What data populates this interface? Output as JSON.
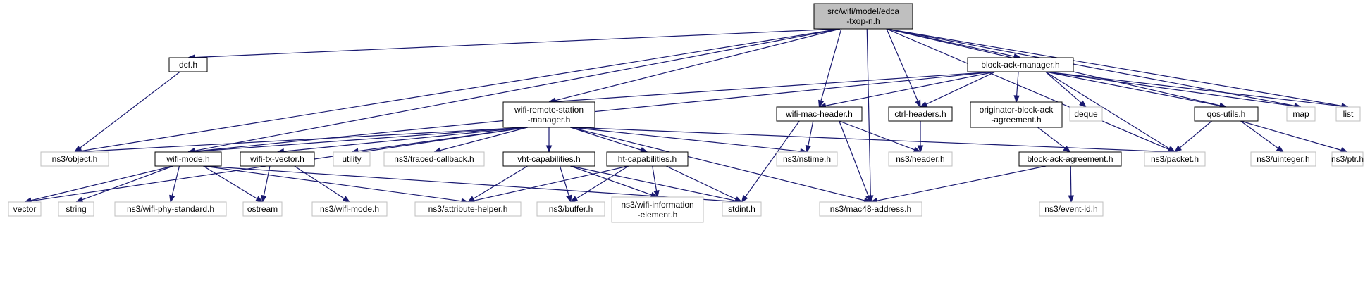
{
  "nodes": {
    "edca": {
      "label": "src/wifi/model/edca\n-txop-n.h",
      "kind": "main"
    },
    "dcf": {
      "label": "dcf.h",
      "kind": "internal"
    },
    "bam": {
      "label": "block-ack-manager.h",
      "kind": "internal"
    },
    "wrsm": {
      "label": "wifi-remote-station\n-manager.h",
      "kind": "internal"
    },
    "wmh": {
      "label": "wifi-mac-header.h",
      "kind": "internal"
    },
    "ctrl": {
      "label": "ctrl-headers.h",
      "kind": "internal"
    },
    "oba": {
      "label": "originator-block-ack\n-agreement.h",
      "kind": "internal"
    },
    "deque": {
      "label": "deque",
      "kind": "external"
    },
    "qos": {
      "label": "qos-utils.h",
      "kind": "internal"
    },
    "map": {
      "label": "map",
      "kind": "external"
    },
    "list": {
      "label": "list",
      "kind": "external"
    },
    "object": {
      "label": "ns3/object.h",
      "kind": "external"
    },
    "wmode": {
      "label": "wifi-mode.h",
      "kind": "internal"
    },
    "wtx": {
      "label": "wifi-tx-vector.h",
      "kind": "internal"
    },
    "utility": {
      "label": "utility",
      "kind": "external"
    },
    "traced": {
      "label": "ns3/traced-callback.h",
      "kind": "external"
    },
    "vht": {
      "label": "vht-capabilities.h",
      "kind": "internal"
    },
    "ht": {
      "label": "ht-capabilities.h",
      "kind": "internal"
    },
    "nstime": {
      "label": "ns3/nstime.h",
      "kind": "external"
    },
    "header": {
      "label": "ns3/header.h",
      "kind": "external"
    },
    "baa": {
      "label": "block-ack-agreement.h",
      "kind": "internal"
    },
    "packet": {
      "label": "ns3/packet.h",
      "kind": "external"
    },
    "uinteger": {
      "label": "ns3/uinteger.h",
      "kind": "external"
    },
    "ptr": {
      "label": "ns3/ptr.h",
      "kind": "external"
    },
    "vector": {
      "label": "vector",
      "kind": "external"
    },
    "string": {
      "label": "string",
      "kind": "external"
    },
    "phystd": {
      "label": "ns3/wifi-phy-standard.h",
      "kind": "external"
    },
    "ostream": {
      "label": "ostream",
      "kind": "external"
    },
    "nswmode": {
      "label": "ns3/wifi-mode.h",
      "kind": "external"
    },
    "attr": {
      "label": "ns3/attribute-helper.h",
      "kind": "external"
    },
    "buffer": {
      "label": "ns3/buffer.h",
      "kind": "external"
    },
    "wie": {
      "label": "ns3/wifi-information\n-element.h",
      "kind": "external"
    },
    "stdint": {
      "label": "stdint.h",
      "kind": "external"
    },
    "mac48": {
      "label": "ns3/mac48-address.h",
      "kind": "external"
    },
    "eventid": {
      "label": "ns3/event-id.h",
      "kind": "external"
    }
  },
  "edges": [
    [
      "edca",
      "dcf"
    ],
    [
      "edca",
      "object"
    ],
    [
      "edca",
      "wmode"
    ],
    [
      "edca",
      "wrsm"
    ],
    [
      "edca",
      "mac48"
    ],
    [
      "edca",
      "wmh"
    ],
    [
      "edca",
      "ctrl"
    ],
    [
      "edca",
      "bam"
    ],
    [
      "edca",
      "packet"
    ],
    [
      "edca",
      "qos"
    ],
    [
      "edca",
      "map"
    ],
    [
      "edca",
      "list"
    ],
    [
      "dcf",
      "object"
    ],
    [
      "bam",
      "wmode"
    ],
    [
      "bam",
      "wrsm"
    ],
    [
      "bam",
      "wmh"
    ],
    [
      "bam",
      "ctrl"
    ],
    [
      "bam",
      "oba"
    ],
    [
      "bam",
      "deque"
    ],
    [
      "bam",
      "packet"
    ],
    [
      "bam",
      "qos"
    ],
    [
      "bam",
      "map"
    ],
    [
      "bam",
      "list"
    ],
    [
      "wrsm",
      "vector"
    ],
    [
      "wrsm",
      "object"
    ],
    [
      "wrsm",
      "wmode"
    ],
    [
      "wrsm",
      "wtx"
    ],
    [
      "wrsm",
      "utility"
    ],
    [
      "wrsm",
      "traced"
    ],
    [
      "wrsm",
      "vht"
    ],
    [
      "wrsm",
      "ht"
    ],
    [
      "wrsm",
      "nstime"
    ],
    [
      "wrsm",
      "mac48"
    ],
    [
      "wrsm",
      "packet"
    ],
    [
      "wmh",
      "nstime"
    ],
    [
      "wmh",
      "stdint"
    ],
    [
      "wmh",
      "mac48"
    ],
    [
      "wmh",
      "header"
    ],
    [
      "ctrl",
      "header"
    ],
    [
      "oba",
      "baa"
    ],
    [
      "qos",
      "packet"
    ],
    [
      "qos",
      "uinteger"
    ],
    [
      "qos",
      "ptr"
    ],
    [
      "wmode",
      "vector"
    ],
    [
      "wmode",
      "string"
    ],
    [
      "wmode",
      "phystd"
    ],
    [
      "wmode",
      "ostream"
    ],
    [
      "wmode",
      "attr"
    ],
    [
      "wmode",
      "stdint"
    ],
    [
      "wtx",
      "ostream"
    ],
    [
      "wtx",
      "nswmode"
    ],
    [
      "vht",
      "attr"
    ],
    [
      "vht",
      "buffer"
    ],
    [
      "vht",
      "wie"
    ],
    [
      "vht",
      "stdint"
    ],
    [
      "ht",
      "attr"
    ],
    [
      "ht",
      "buffer"
    ],
    [
      "ht",
      "wie"
    ],
    [
      "ht",
      "stdint"
    ],
    [
      "baa",
      "mac48"
    ],
    [
      "baa",
      "eventid"
    ]
  ]
}
